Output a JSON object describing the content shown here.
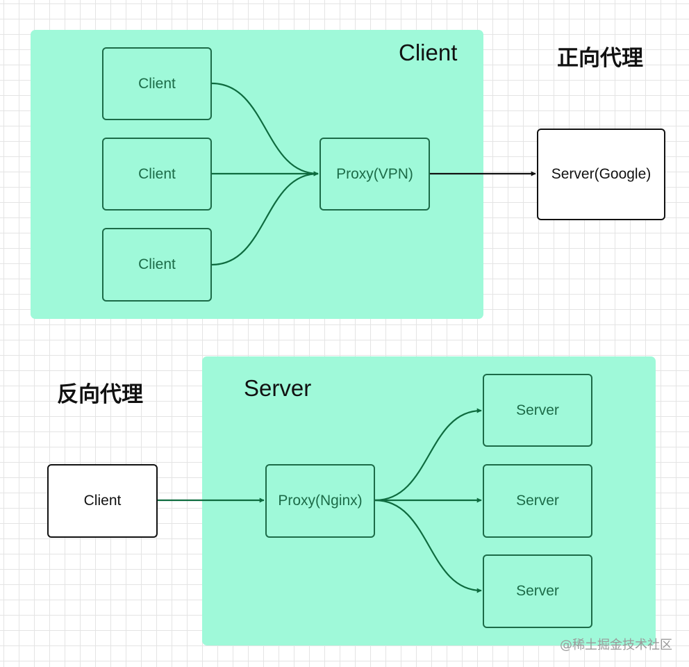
{
  "forward": {
    "heading": "正向代理",
    "region_title": "Client",
    "clients": [
      "Client",
      "Client",
      "Client"
    ],
    "proxy": "Proxy(VPN)",
    "target": "Server(Google)"
  },
  "reverse": {
    "heading": "反向代理",
    "region_title": "Server",
    "client": "Client",
    "proxy": "Proxy(Nginx)",
    "servers": [
      "Server",
      "Server",
      "Server"
    ]
  },
  "watermark": "@稀土掘金技术社区",
  "colors": {
    "region_fill": "#9ff9d9",
    "node_border_green": "#1c6b48",
    "arrow_green": "#0e6b3f",
    "arrow_black": "#111111"
  }
}
